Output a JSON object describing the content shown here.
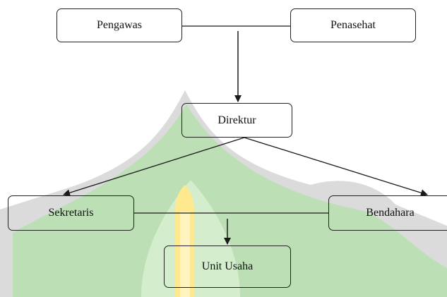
{
  "diagram": {
    "nodes": [
      {
        "id": "pengawas",
        "label": "Pengawas"
      },
      {
        "id": "penasehat",
        "label": "Penasehat"
      },
      {
        "id": "direktur",
        "label": "Direktur"
      },
      {
        "id": "sekretaris",
        "label": "Sekretaris"
      },
      {
        "id": "bendahara",
        "label": "Bendahara"
      },
      {
        "id": "unit",
        "label": "Unit Usaha"
      }
    ],
    "edges": [
      {
        "from": "pengawas",
        "to": "penasehat",
        "arrow": false
      },
      {
        "from": "pengawas-penasehat-line",
        "to": "direktur",
        "arrow": true
      },
      {
        "from": "direktur",
        "to": "sekretaris",
        "arrow": true
      },
      {
        "from": "direktur",
        "to": "bendahara",
        "arrow": true
      },
      {
        "from": "sekretaris",
        "to": "bendahara",
        "arrow": false
      },
      {
        "from": "sekretaris-bendahara-line",
        "to": "unit",
        "arrow": true
      }
    ],
    "colors": {
      "watermark_green": "#b8dfb1",
      "watermark_gray": "#bdbdbd",
      "watermark_yellow": "#fff0a8",
      "line": "#1a1a1a"
    }
  }
}
